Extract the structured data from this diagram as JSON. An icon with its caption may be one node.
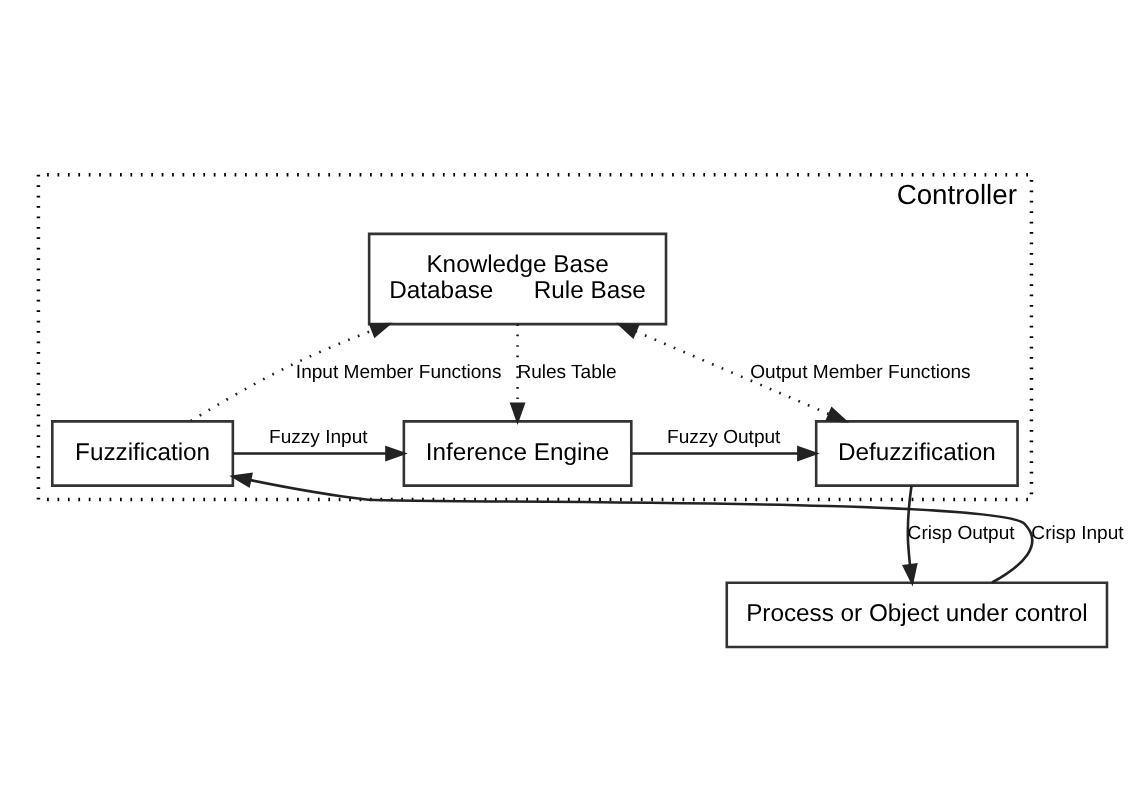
{
  "diagram": {
    "nodes": [
      {
        "text": [
          "Controller"
        ]
      },
      {
        "text": [
          "Knowledge Base",
          "Database      Rule Base"
        ],
        "in": 0
      },
      {
        "text": [
          "Fuzzification"
        ],
        "in": 0
      },
      {
        "text": [
          "Inference Engine"
        ],
        "in": 0
      },
      {
        "text": [
          "Defuzzification"
        ],
        "in": 0
      },
      {
        "text": [
          "Process or Object under control"
        ]
      }
    ],
    "edges": [
      {
        "from": 2,
        "to": 1,
        "arrow": "to",
        "label": "Input Member Functions",
        "style": "dashed"
      },
      {
        "from": 1,
        "to": 4,
        "arrow": "both",
        "label": "Output Member Functions",
        "style": "dashed"
      },
      {
        "from": 1,
        "to": 3,
        "arrow": "to",
        "label": "Rules Table",
        "style": "dashed"
      },
      {
        "from": 2,
        "to": 3,
        "arrow": "to",
        "label": "Fuzzy Input"
      },
      {
        "from": 3,
        "to": 4,
        "arrow": "to",
        "label": "Fuzzy Output"
      },
      {
        "from": 4,
        "to": 5,
        "arrow": "to",
        "label": "Crisp Output"
      },
      {
        "from": 5,
        "to": 2,
        "arrow": "to",
        "label": "Crisp Input"
      }
    ]
  }
}
